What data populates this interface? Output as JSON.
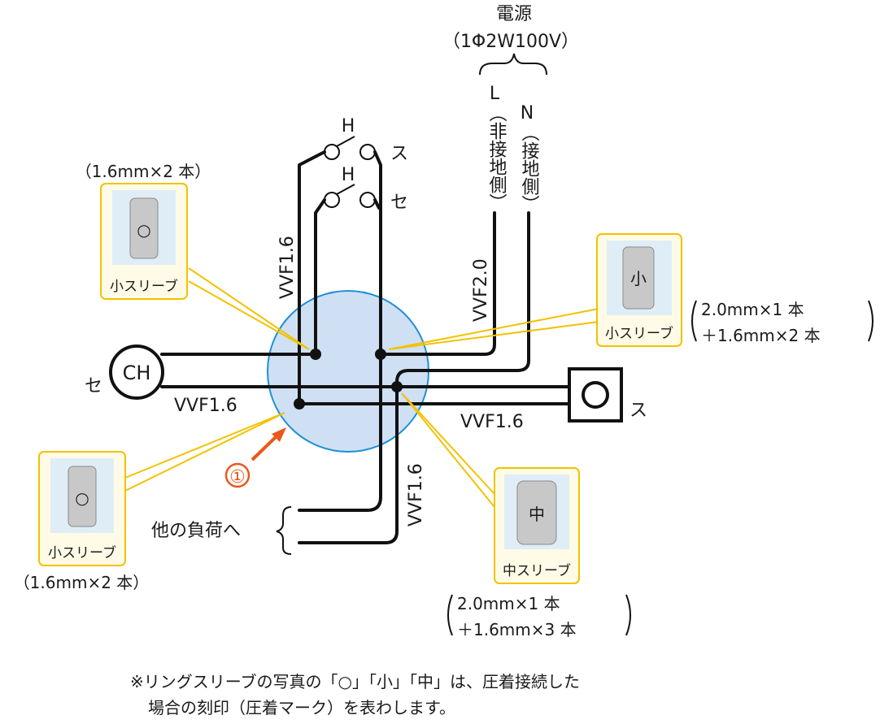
{
  "power_source": {
    "title": "電源",
    "spec": "（1Φ2W100V）"
  },
  "wires": {
    "L_letter": "L",
    "N_letter": "N",
    "L_side": "（非接地側）",
    "N_side": "（接地側）",
    "vvf20": "VVF2.0",
    "vvf16_left": "VVF1.6",
    "vvf16_bottom_left": "VVF1.6",
    "vvf16_right": "VVF1.6",
    "vvf16_down": "VVF1.6"
  },
  "switches": {
    "h1": "H",
    "h1_label": "ス",
    "h2": "H",
    "h2_label": "セ"
  },
  "ceiling_light": {
    "symbol": "CH",
    "label": "セ"
  },
  "receptacle_light": {
    "label": "ス"
  },
  "other_load": "他の負荷へ",
  "marker_1": "①",
  "sleeves": [
    {
      "id": "top-left",
      "mark": "○",
      "name": "小スリーブ",
      "spec_lines": [
        "（1.6mm×2 本）"
      ]
    },
    {
      "id": "right",
      "mark": "小",
      "name": "小スリーブ",
      "spec_lines": [
        "2.0mm×1 本",
        "＋1.6mm×2 本"
      ]
    },
    {
      "id": "bottom-left",
      "mark": "○",
      "name": "小スリーブ",
      "spec_lines": [
        "（1.6mm×2 本）"
      ]
    },
    {
      "id": "bottom",
      "mark": "中",
      "name": "中スリーブ",
      "spec_lines": [
        "2.0mm×1 本",
        "＋1.6mm×3 本"
      ]
    }
  ],
  "footnote": [
    "※リングスリーブの写真の「○」「小」「中」は、圧着接続した",
    "場合の刻印（圧着マーク）を表わします。"
  ],
  "colors": {
    "junction_box": "#cfe0f4",
    "junction_border": "#1e90d6",
    "callout": "#f2c200",
    "arrow": "#e8581c"
  }
}
